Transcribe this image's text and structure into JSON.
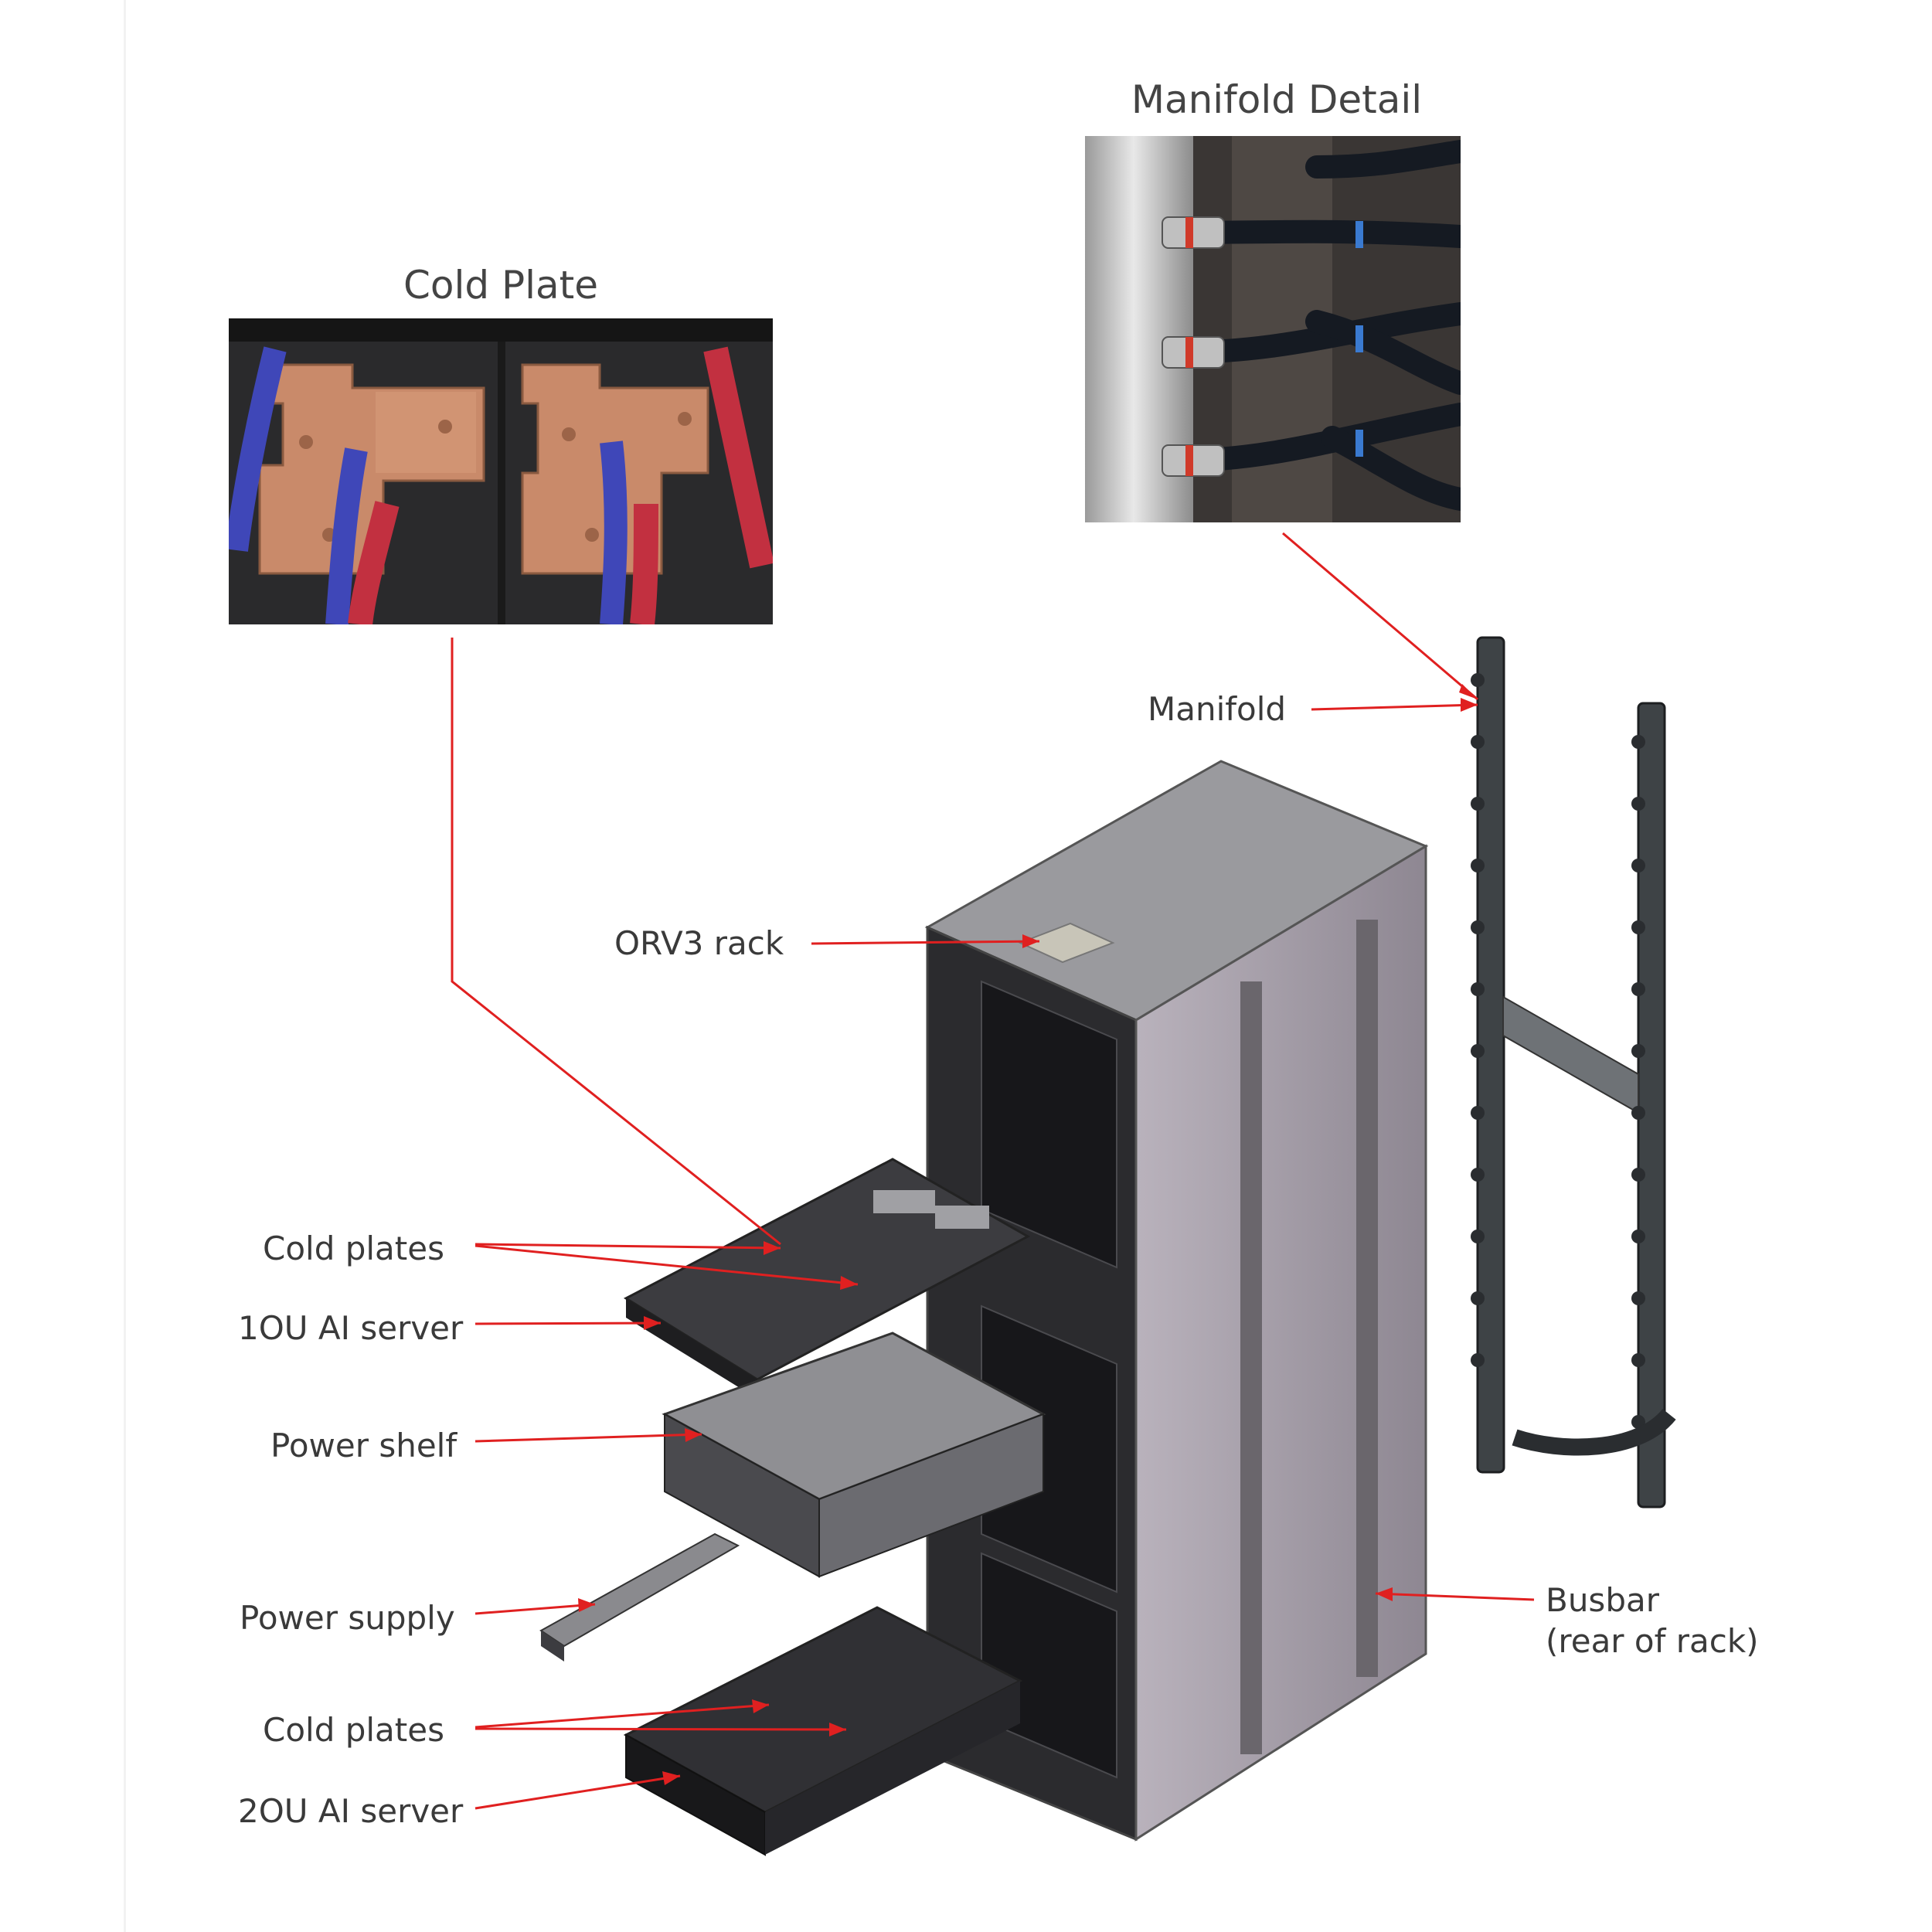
{
  "titles": {
    "cold_plate": "Cold Plate",
    "manifold_detail": "Manifold Detail"
  },
  "labels": {
    "manifold": "Manifold",
    "orv3_rack": "ORV3 rack",
    "cold_plates_top": "Cold plates",
    "server_1ou": "1OU AI server",
    "power_shelf": "Power shelf",
    "power_supply": "Power supply",
    "cold_plates_bottom": "Cold plates",
    "server_2ou": "2OU AI server",
    "busbar_line1": "Busbar",
    "busbar_line2": "(rear of rack)"
  },
  "colors": {
    "leader": "#e02020",
    "copper": "#c98a6a",
    "blue_hose": "#3f47b8",
    "red_hose": "#c23040",
    "rack_grey": "#8a8a8e",
    "dark": "#1c1c1e"
  }
}
